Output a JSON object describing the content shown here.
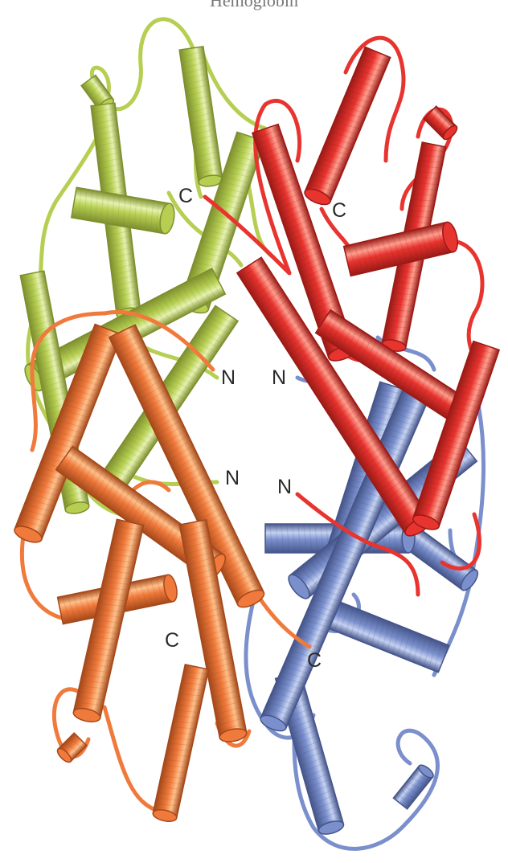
{
  "caption": "Hemoglobin",
  "colors": {
    "alpha1": "#b6cf52",
    "alpha2": "#f07a3c",
    "beta1": "#e8342f",
    "beta2": "#7a8fcc",
    "label": "#2a2a2a"
  },
  "subunits": [
    {
      "id": "green",
      "color": "#b6cf52",
      "edge": "#7d8f2e",
      "light": "#e6f2b0"
    },
    {
      "id": "red",
      "color": "#e8342f",
      "edge": "#9a1a16",
      "light": "#ff9e8e"
    },
    {
      "id": "orange",
      "color": "#f07a3c",
      "edge": "#a4481a",
      "light": "#ffc08a"
    },
    {
      "id": "blue",
      "color": "#7a8fcc",
      "edge": "#45558a",
      "light": "#c6d2f2"
    }
  ],
  "terminus_labels": [
    {
      "id": "green-c",
      "text": "C"
    },
    {
      "id": "red-c",
      "text": "C"
    },
    {
      "id": "green-n",
      "text": "N"
    },
    {
      "id": "red-n",
      "text": "N"
    },
    {
      "id": "orange-n",
      "text": "N"
    },
    {
      "id": "blue-n",
      "text": "N"
    },
    {
      "id": "orange-c",
      "text": "C"
    },
    {
      "id": "blue-c",
      "text": "C"
    }
  ]
}
